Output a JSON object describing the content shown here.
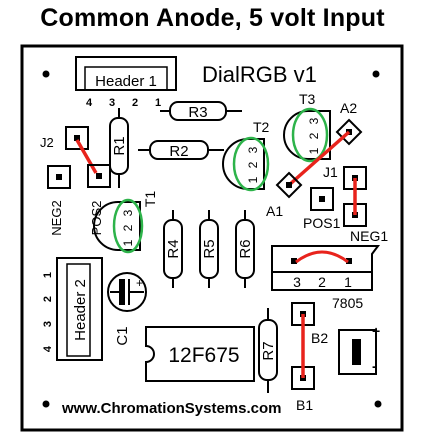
{
  "title": "Common Anode, 5 volt Input",
  "board": {
    "name": "DialRGB v1",
    "website": "www.ChromationSystems.com",
    "trace_color": "#e8231c",
    "highlight_color": "#2db34a"
  },
  "headers": {
    "header1": {
      "label": "Header 1",
      "pins": [
        "4",
        "3",
        "2",
        "1"
      ]
    },
    "header2": {
      "label": "Header 2",
      "pins": [
        "1",
        "2",
        "3",
        "4"
      ]
    }
  },
  "resistors": [
    "R1",
    "R2",
    "R3",
    "R4",
    "R5",
    "R6",
    "R7"
  ],
  "transistors": [
    {
      "label": "T1",
      "pins": [
        "1",
        "2",
        "3"
      ]
    },
    {
      "label": "T2",
      "pins": [
        "1",
        "2",
        "3"
      ]
    },
    {
      "label": "T3",
      "pins": [
        "1",
        "2",
        "3"
      ]
    }
  ],
  "pads": {
    "j1": "J1",
    "j2": "J2",
    "a1": "A1",
    "a2": "A2",
    "pos1": "POS1",
    "pos2": "POS2",
    "neg1": "NEG1",
    "neg2": "NEG2",
    "b1": "B1",
    "b2": "B2"
  },
  "regulator": {
    "label": "7805",
    "pins": [
      "3",
      "2",
      "1"
    ]
  },
  "capacitor": {
    "label": "C1",
    "polarity": "+"
  },
  "chip": {
    "label": "12F675"
  },
  "power_jack": {
    "plus": "+",
    "minus": "-"
  }
}
